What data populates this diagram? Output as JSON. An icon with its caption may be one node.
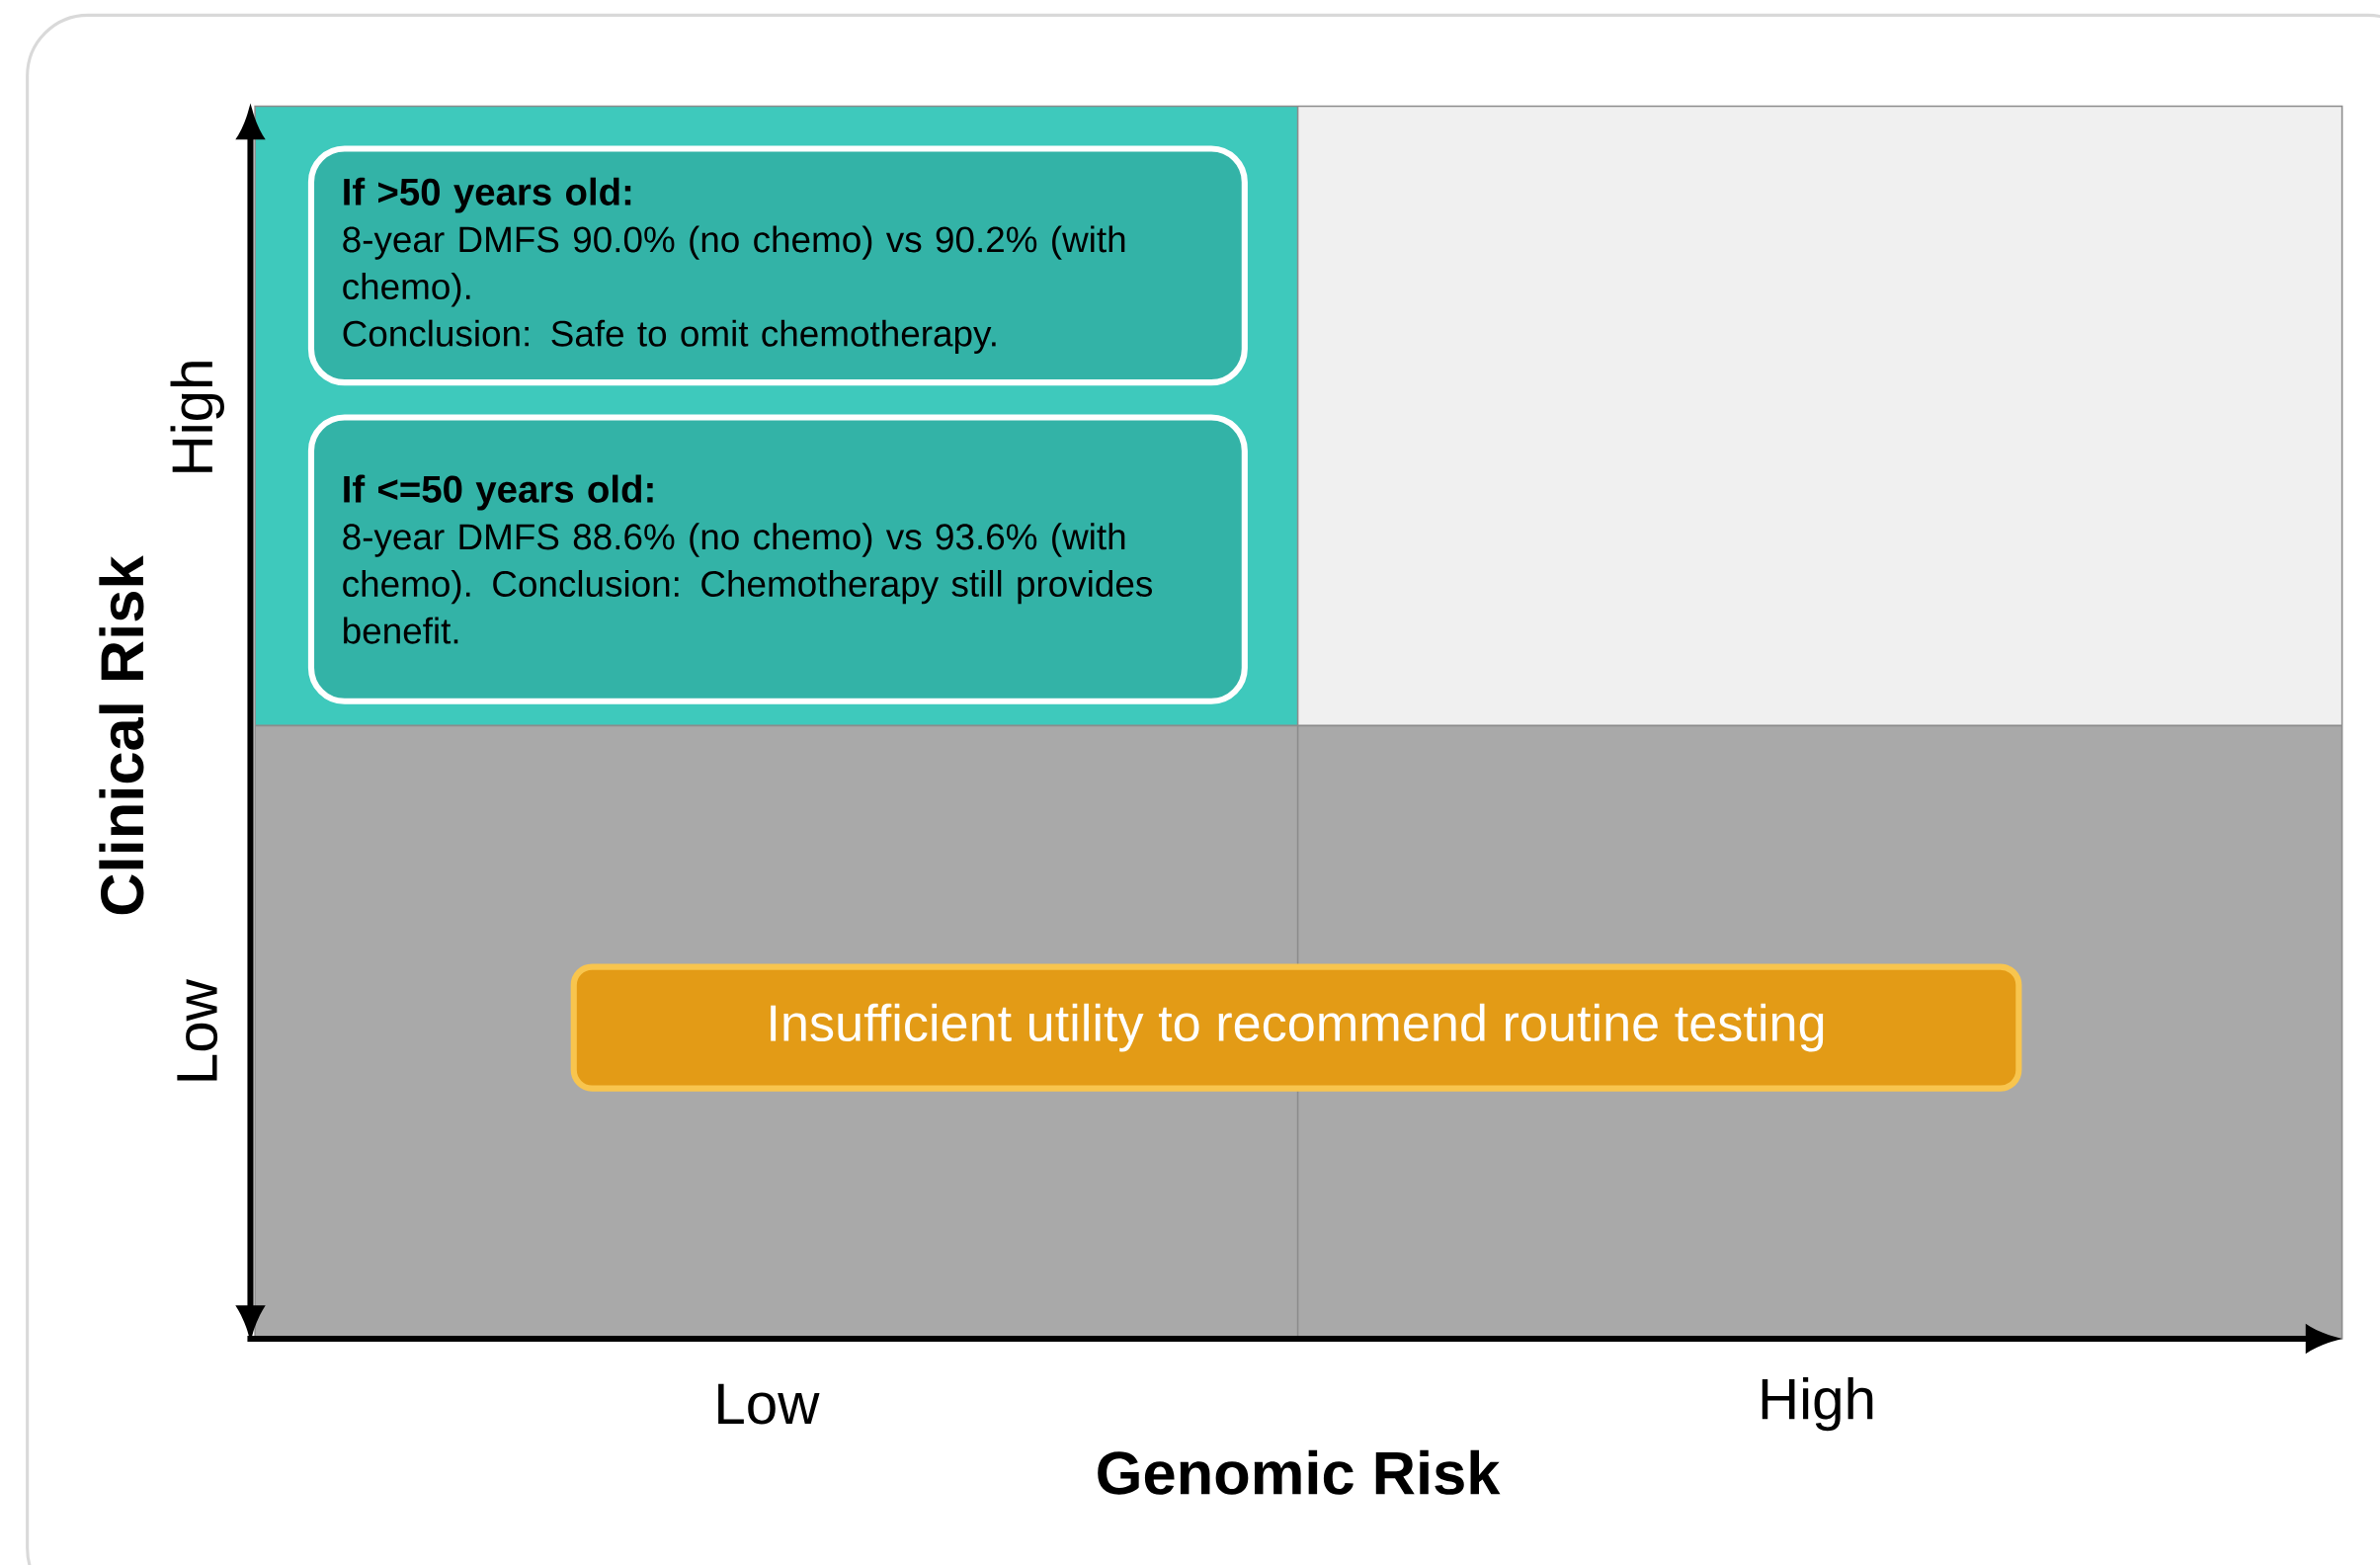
{
  "diagram": {
    "nodes": [
      {
        "text": [
          "If >50 years old:",
          "8-year DMFS 90.0% (no chemo) vs 90.2% (with chemo).",
          "Conclusion: Safe to omit chemotherapy."
        ]
      },
      {
        "text": [
          "If <=50 years old:",
          "8-year DMFS 88.6% (no chemo) vs 93.6% (with chemo). Conclusion: Chemotherapy still provides benefit."
        ]
      },
      {
        "text": [
          "Insufficient utility to recommend routine testing"
        ]
      }
    ],
    "labels": [
      "High",
      "Low",
      "Clinical Risk",
      "Low",
      "High",
      "Genomic Risk"
    ]
  }
}
